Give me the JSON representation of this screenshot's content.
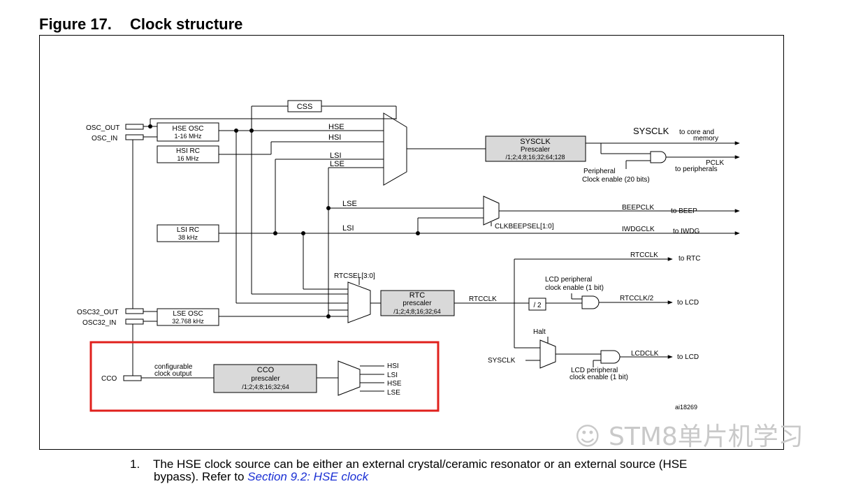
{
  "figure": {
    "number": "Figure 17.",
    "title": "Clock structure"
  },
  "pins": {
    "osc_out": "OSC_OUT",
    "osc_in": "OSC_IN",
    "osc32_out": "OSC32_OUT",
    "osc32_in": "OSC32_IN",
    "cco": "CCO"
  },
  "blocks": {
    "hse_osc": [
      "HSE OSC",
      "1-16 MHz"
    ],
    "hsi_rc": [
      "HSI RC",
      "16 MHz"
    ],
    "lsi_rc": [
      "LSI RC",
      "38 kHz"
    ],
    "lse_osc": [
      "LSE OSC",
      "32.768 kHz"
    ],
    "css": "CSS",
    "sysclk_prescaler": [
      "SYSCLK",
      "Prescaler",
      "/1;2;4;8;16;32;64;128"
    ],
    "rtc_prescaler": [
      "RTC",
      "prescaler",
      "/1;2;4;8;16;32;64"
    ],
    "cco_prescaler": [
      "CCO",
      "prescaler",
      "/1;2;4;8;16;32;64"
    ],
    "div2": "/ 2"
  },
  "signals": {
    "hse": "HSE",
    "hsi": "HSI",
    "lsi": "LSI",
    "lse": "LSE",
    "lse2": "LSE",
    "lsi2": "LSI",
    "sysclk": "SYSCLK",
    "to_core": [
      "to core and",
      "memory"
    ],
    "pclk": "PCLK",
    "to_peripherals": "to peripherals",
    "peripheral_clock_enable": [
      "Peripheral",
      "Clock enable (20 bits)"
    ],
    "beepclk": "BEEPCLK",
    "to_beep": "to BEEP",
    "clkbeepsel": "CLKBEEPSEL[1:0]",
    "iwdgclk": "IWDGCLK",
    "to_iwdg": "to IWDG",
    "rtcclk_out": "RTCCLK",
    "to_rtc": "to RTC",
    "rtcsel": "RTCSEL[3:0]",
    "rtcclk": "RTCCLK",
    "lcd_peripheral_enable1": [
      "LCD peripheral",
      "clock enable (1 bit)"
    ],
    "rtcclk_div2": "RTCCLK/2",
    "to_lcd1": "to LCD",
    "halt": "Halt",
    "sysclk_in": "SYSCLK",
    "lcdclk": "LCDCLK",
    "to_lcd2": "to LCD",
    "lcd_peripheral_enable2": [
      "LCD peripheral",
      "clock enable (1 bit)"
    ],
    "configurable_clock_output": [
      "configurable",
      "clock output"
    ],
    "cco_hsi": "HSI",
    "cco_lsi": "LSI",
    "cco_hse": "HSE",
    "cco_lse": "LSE",
    "ref": "ai18269"
  },
  "highlight_color": "#e0201c",
  "block_fill": "#d9d9d9",
  "footnote": {
    "number": "1.",
    "text": "The HSE clock source can be either an external crystal/ceramic resonator or an external source (HSE",
    "text2": "bypass). Refer to ",
    "link": "Section 9.2: HSE clock"
  },
  "watermark": "STM8单片机学习"
}
